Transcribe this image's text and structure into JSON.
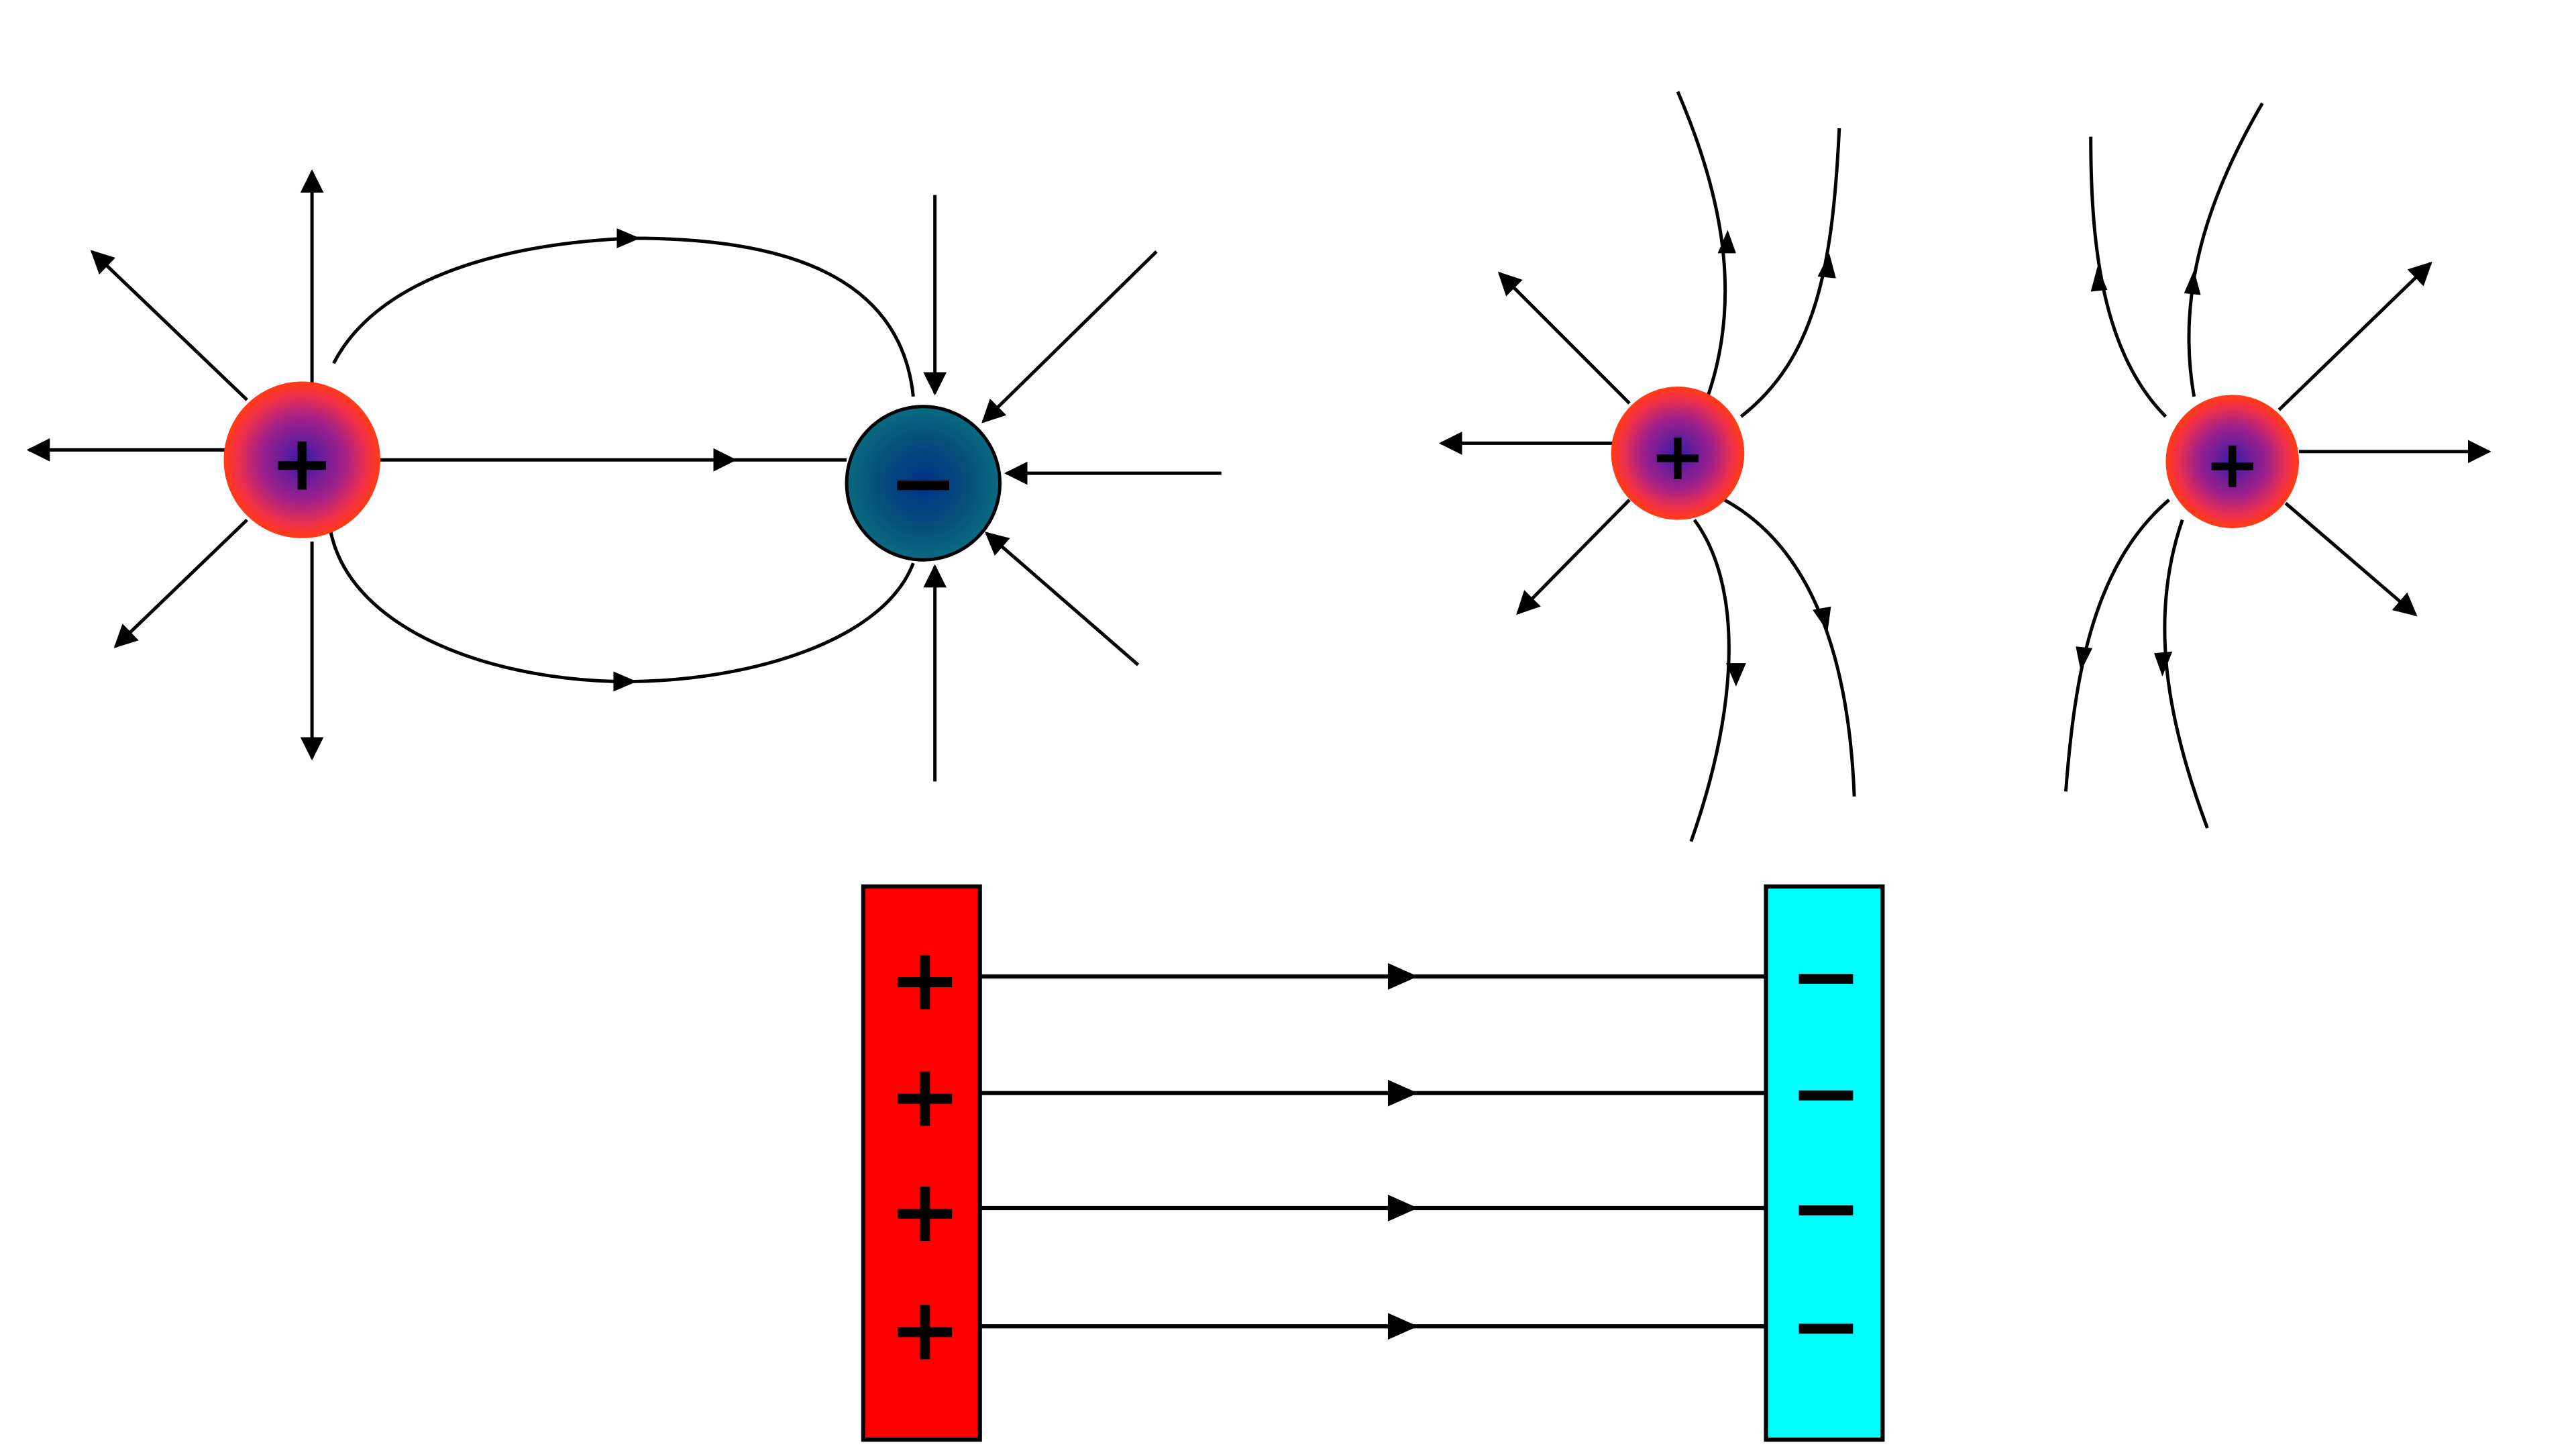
{
  "diagrams": [
    {
      "id": "dipole",
      "charges": [
        {
          "sign": "+",
          "color": "#ff2a1a"
        },
        {
          "sign": "−",
          "color": "#0a5a78"
        }
      ]
    },
    {
      "id": "like-charges",
      "charges": [
        {
          "sign": "+",
          "color": "#ff2a1a"
        },
        {
          "sign": "+",
          "color": "#ff2a1a"
        }
      ]
    },
    {
      "id": "parallel-plates",
      "plates": [
        {
          "signs": [
            "+",
            "+",
            "+",
            "+"
          ],
          "color": "#ff0000"
        },
        {
          "signs": [
            "−",
            "−",
            "−",
            "−"
          ],
          "color": "#00ffff"
        }
      ]
    }
  ],
  "colors": {
    "line": "#000000",
    "positive_core": "#4a1a9a",
    "negative_core": "#004a8a",
    "positive_plate": "#ff0000",
    "negative_plate": "#00ffff"
  }
}
